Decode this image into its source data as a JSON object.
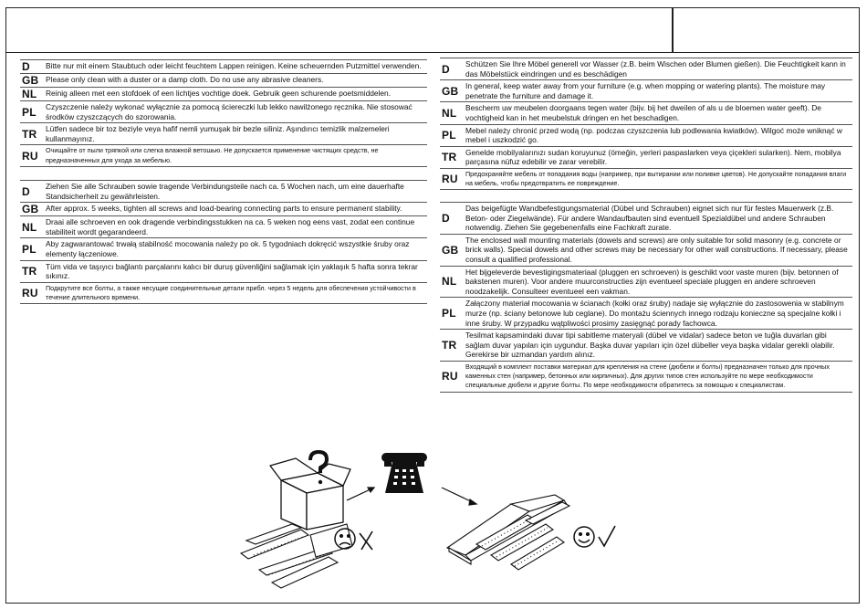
{
  "care_clean": [
    {
      "lang": "D",
      "text": "Bitte nur mit einem Staubtuch oder leicht feuchtem Lappen reinigen. Keine scheuernden Putzmittel verwenden."
    },
    {
      "lang": "GB",
      "text": "Please only clean with a duster or a damp cloth. Do no use any abrasive cleaners."
    },
    {
      "lang": "NL",
      "text": "Reinig alleen met een stofdoek of een lichtjes vochtige doek. Gebruik geen schurende poetsmiddelen."
    },
    {
      "lang": "PL",
      "text": "Czyszczenie należy wykonać wyłącznie za pomocą ściereczki lub lekko nawilżonego ręcznika. Nie stosować środków czyszczących do szorowania."
    },
    {
      "lang": "TR",
      "text": "Lütfen sadece bir toz beziyle veya hafif nemli yumuşak bir bezle siliniz. Aşındırıcı temizlik malzemeleri kullanmayınız."
    },
    {
      "lang": "RU",
      "text": "Очищайте от пыли тряпкой или слегка влажной ветошью. Не допускается применение чистящих средств, не предназначенных для ухода за мебелью."
    }
  ],
  "care_screws": [
    {
      "lang": "D",
      "text": "Ziehen Sie alle Schrauben sowie tragende Verbindungsteile nach ca. 5 Wochen nach, um eine dauerhafte Standsicherheit zu gewährleisten."
    },
    {
      "lang": "GB",
      "text": "After approx. 5 weeks, tighten all screws and load-bearing connecting parts to ensure permanent stability."
    },
    {
      "lang": "NL",
      "text": "Draai alle schroeven en ook dragende verbindingsstukken na ca. 5 weken nog eens vast, zodat een continue stabiliteit wordt gegarandeerd."
    },
    {
      "lang": "PL",
      "text": "Aby zagwarantować trwałą stabilność mocowania należy po ok. 5 tygodniach dokręcić wszystkie śruby oraz elementy łączeniowe."
    },
    {
      "lang": "TR",
      "text": "Tüm vida ve taşıyıcı bağlantı parçalarını kalıcı bir duruş güvenliğini sağlamak için yaklaşık 5 hafta sonra tekrar sıkınız."
    },
    {
      "lang": "RU",
      "text": "Подкрутите все болты, а также несущие соединительные детали прибл. через 5 недель для обеспечения устойчивости в течение длительного времени."
    }
  ],
  "care_water": [
    {
      "lang": "D",
      "text": "Schützen Sie Ihre Möbel generell vor Wasser (z.B. beim Wischen oder Blumen gießen). Die Feuchtigkeit kann in das Möbelstück eindringen und es beschädigen"
    },
    {
      "lang": "GB",
      "text": "In general, keep water away from your furniture (e.g. when mopping or watering plants). The moisture may penetrate the furniture and damage it."
    },
    {
      "lang": "NL",
      "text": "Bescherm uw meubelen doorgaans tegen water (bijv. bij het dweilen of als u de bloemen water geeft). De vochtigheid kan in het meubelstuk dringen en het beschadigen."
    },
    {
      "lang": "PL",
      "text": "Mebel należy chronić przed wodą (np. podczas czyszczenia lub podlewania kwiatków). Wilgoć może wniknąć w mebel i uszkodzić go."
    },
    {
      "lang": "TR",
      "text": "Genelde mobilyalarınızı sudan koruyunuz (ömeğin, yerleri paspaslarken veya çiçekleri sularken). Nem, mobilya parçasına nüfuz edebilir ve zarar verebilir."
    },
    {
      "lang": "RU",
      "text": "Предохраняйте мебель от попадания воды (например, при вытирании или поливке цветов). Не допускайте попадания влаги на мебель, чтобы предотвратить ее повреждение."
    }
  ],
  "care_wall": [
    {
      "lang": "D",
      "text": "Das beigefügte Wandbefestigungsmaterial (Dübel und Schrauben) eignet sich nur für festes Mauerwerk (z.B. Beton- oder Ziegelwände). Für andere Wandaufbauten sind eventuell Spezialdübel und andere Schrauben notwendig. Ziehen Sie gegebenenfalls eine Fachkraft zurate."
    },
    {
      "lang": "GB",
      "text": "The enclosed wall mounting materials (dowels and screws) are only suitable for solid masonry (e.g. concrete or brick walls). Special dowels and other screws may be necessary for other wall constructions. If necessary, please consult a qualified professional."
    },
    {
      "lang": "NL",
      "text": "Het bijgeleverde bevestigingsmateriaal (pluggen en schroeven) is geschikt voor vaste muren (bijv. betonnen of bakstenen muren). Voor andere muurconstructies zijn eventueel speciale pluggen en andere schroeven noodzakelijk. Consulteer eventueel een vakman."
    },
    {
      "lang": "PL",
      "text": "Załączony materiał mocowania w ścianach (kołki oraz śruby) nadaje się wyłącznie do zastosowenia w stabilnym murze (np. ściany betonowe lub ceglane). Do montażu ściennych innego rodzaju konieczne są specjalne kołki i inne śruby. W przypadku wątpliwości prosimy zasięgnąć porady fachowca."
    },
    {
      "lang": "TR",
      "text": "Tesilmat kapsamindaki duvar tipi sabitleme materyali (dübel ve vidalar) sadece beton ve tuğla duvarlan gibi sağlam duvar yapıları için uygundur. Başka duvar yapıları için özel dübeller veya başka vidalar gerekli olabilir. Gerekirse bir uzmandan yardım alınız."
    },
    {
      "lang": "RU",
      "text": "Входящий в комплект поставки материал для крепления на стене (дюбели и болты) предназначен только для прочных каменных стен (например, бетонных или кирпичных). Для других типов стен используйте по мере необходимости специальные дюбели и другие болты. По мере необходимости обратитесь за помощью к специалистам."
    }
  ],
  "icons": {
    "box": "open-box-question-icon",
    "phone": "telephone-icon",
    "sad": "sad-face-icon",
    "happy": "happy-face-icon",
    "cross": "cross-mark-icon",
    "check": "check-mark-icon"
  }
}
